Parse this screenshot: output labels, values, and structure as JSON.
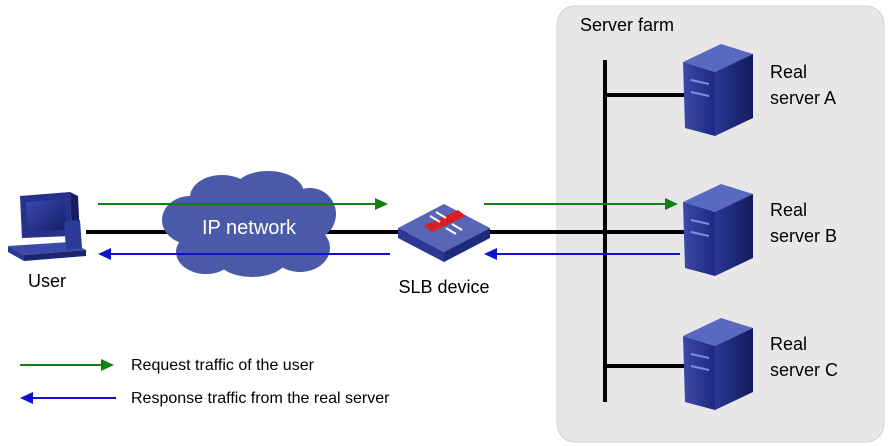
{
  "farm": {
    "label": "Server farm"
  },
  "cloud": {
    "label": "IP network"
  },
  "user": {
    "label": "User"
  },
  "slb": {
    "label": "SLB device"
  },
  "servers": [
    {
      "line1": "Real",
      "line2": "server A"
    },
    {
      "line1": "Real",
      "line2": "server B"
    },
    {
      "line1": "Real",
      "line2": "server C"
    }
  ],
  "legend": {
    "request": "Request traffic of the user",
    "response": "Response traffic from the real server"
  },
  "colors": {
    "request": "#138013",
    "response": "#1111cc",
    "farm_bg": "#e8e6e6",
    "cloud": "#4a5aa8"
  }
}
